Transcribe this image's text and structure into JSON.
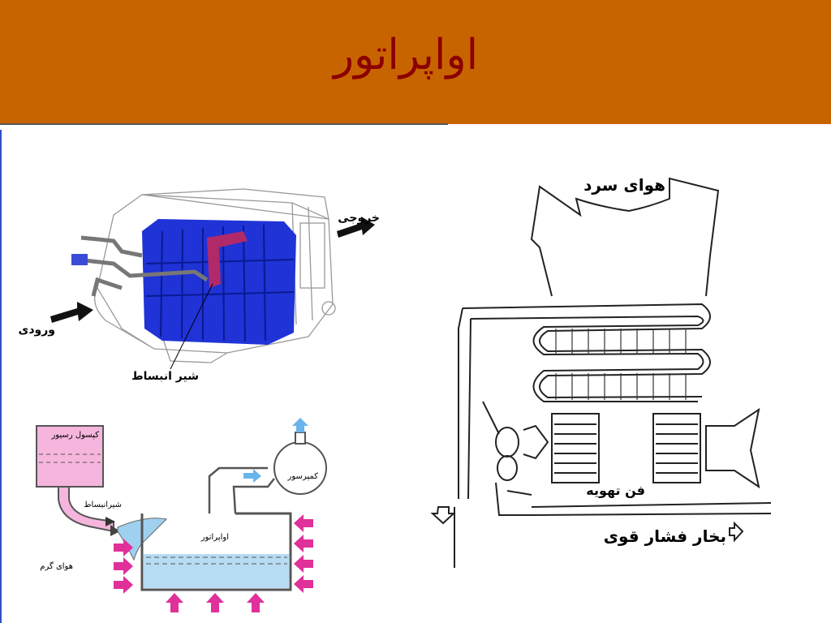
{
  "slide": {
    "title": "اواپراتور"
  },
  "evaporator_photo": {
    "outlet_label": "خروجی",
    "inlet_label": "ورودی",
    "valve_label": "شیر انبساط"
  },
  "cycle_schematic": {
    "receiver_label": "کپسول رسیور",
    "expansion_valve_label": "شیرانبساط",
    "compressor_label": "کمپرسور",
    "evaporator_label": "اواپراتور",
    "warm_air_label": "هوای گرم"
  },
  "airflow_sketch": {
    "cold_air_label": "هوای سرد",
    "fan_label": "فن تهویه",
    "vapor_label": "بخار فشار قوی"
  },
  "colors": {
    "header_bg": "#c86400",
    "title_text": "#8b0000",
    "coil_blue": "#1f33d6",
    "tank_pink": "#f5b5dc",
    "liquid_blue": "#b8dcf4",
    "arrow_magenta": "#e0309a"
  }
}
